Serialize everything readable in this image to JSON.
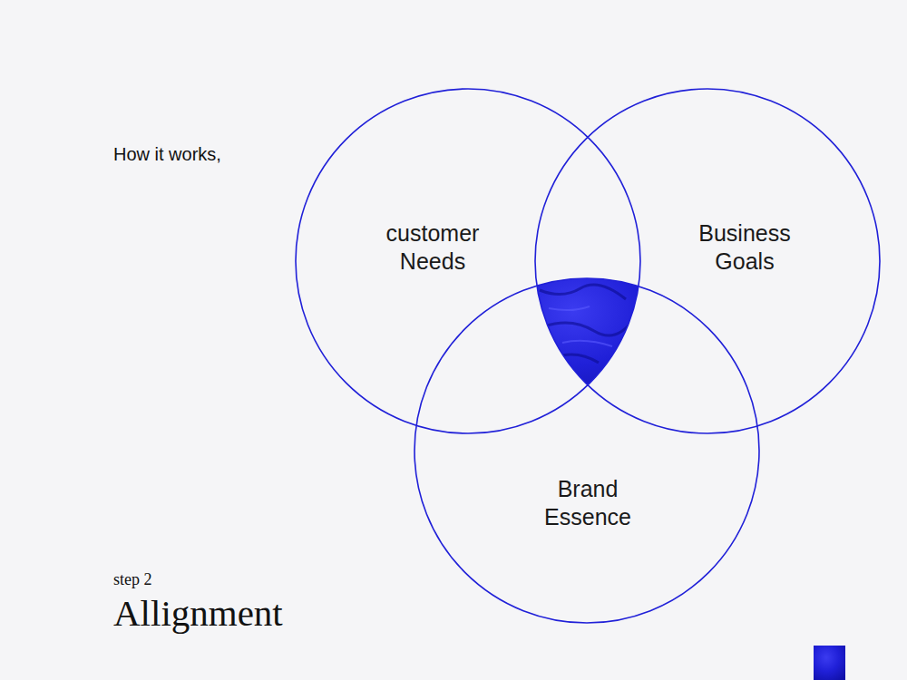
{
  "diagram": {
    "title": "How it works,",
    "nodes": [
      {
        "text": [
          "customer Needs"
        ]
      },
      {
        "text": [
          "Business Goals"
        ]
      },
      {
        "text": [
          "Brand Essence"
        ]
      }
    ],
    "labels": [
      "step 2",
      "Allignment"
    ]
  }
}
